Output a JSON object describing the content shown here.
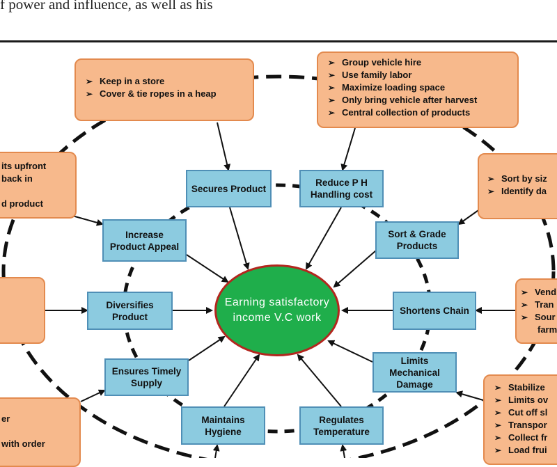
{
  "header": {
    "text": "f power and influence, as well as his"
  },
  "center": {
    "label": "Earning satisfactory income V.C work"
  },
  "activities": [
    {
      "id": "secures",
      "label": "Secures Product"
    },
    {
      "id": "reduce",
      "label": "Reduce P H Handling cost"
    },
    {
      "id": "increase",
      "label": "Increase Product Appeal"
    },
    {
      "id": "sort",
      "label": "Sort & Grade Products"
    },
    {
      "id": "diversifies",
      "label": "Diversifies Product"
    },
    {
      "id": "shortens",
      "label": "Shortens Chain"
    },
    {
      "id": "ensures",
      "label": "Ensures Timely Supply"
    },
    {
      "id": "limits",
      "label": "Limits Mechanical Damage"
    },
    {
      "id": "maintains",
      "label": "Maintains Hygiene"
    },
    {
      "id": "regulates",
      "label": "Regulates Temperature"
    }
  ],
  "notes": {
    "top_left": [
      "Keep in a store",
      "Cover & tie ropes in a heap"
    ],
    "top_right": [
      "Group vehicle hire",
      "Use family labor",
      "Maximize loading space",
      "Only bring vehicle after harvest",
      "Central collection of products"
    ],
    "left_upper": [
      "its upfront",
      "back in",
      "",
      "d product"
    ],
    "right_upper": [
      "Sort by siz",
      "Identify da"
    ],
    "right_middle": [
      "Vend",
      "Tran",
      "Sour",
      "farm"
    ],
    "left_lower": [
      "er",
      "",
      "with order"
    ],
    "right_lower": [
      "Stabilize",
      "Limits ov",
      "Cut off sl",
      "Transpor",
      "Collect fr",
      "Load frui"
    ]
  },
  "colors": {
    "activity_fill": "#8ccbe0",
    "activity_border": "#4f8fb6",
    "center_fill": "#1fae4b",
    "center_border": "#b3261e",
    "note_fill": "#f7b98c",
    "note_border": "#e38a4e"
  }
}
